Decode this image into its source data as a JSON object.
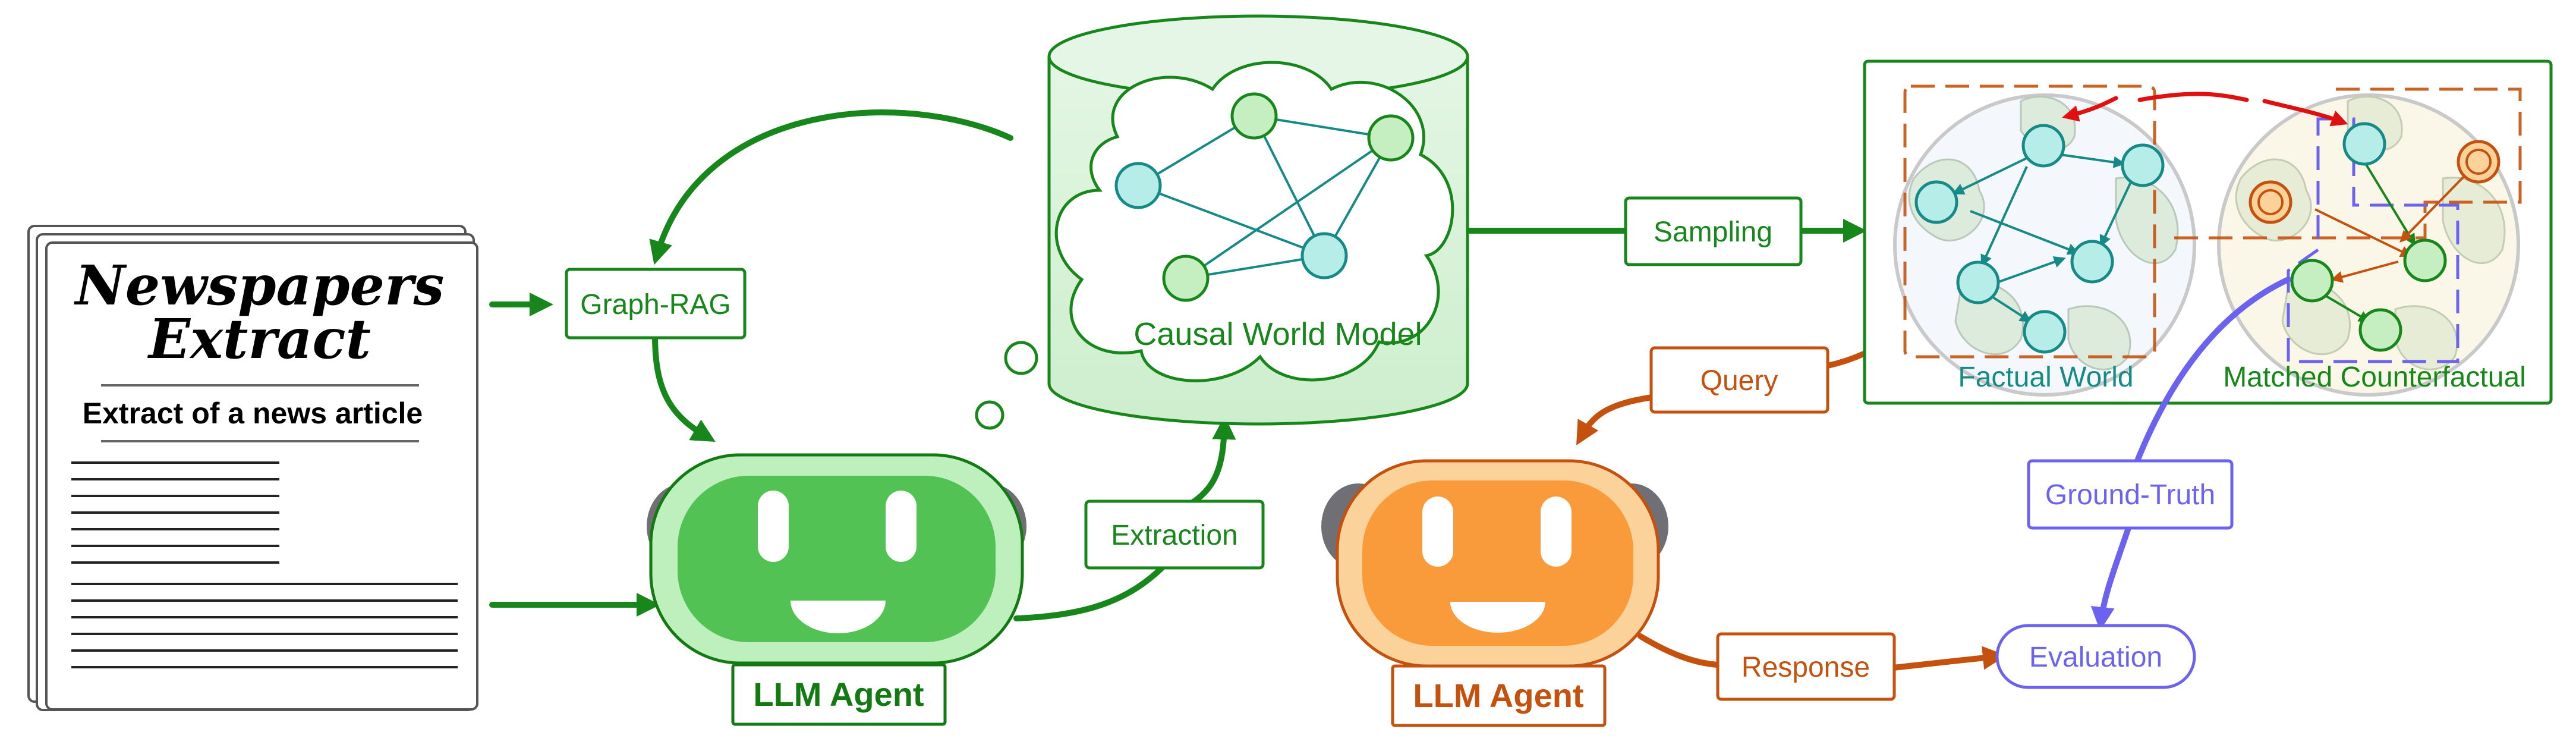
{
  "newspaper": {
    "masthead_line1": "Newspapers",
    "masthead_line2": "Extract",
    "subtitle": "Extract of a news article"
  },
  "labels": {
    "graph_rag": "Graph-RAG",
    "extraction": "Extraction",
    "sampling": "Sampling",
    "query": "Query",
    "response": "Response",
    "ground_truth": "Ground-Truth",
    "evaluation": "Evaluation",
    "causal_world_model": "Causal World Model",
    "factual_world": "Factual World",
    "matched_counterfactual": "Matched Counterfactual"
  },
  "agents": [
    {
      "label": "LLM Agent",
      "color": "#137a13"
    },
    {
      "label": "LLM Agent",
      "color": "#c4520e"
    }
  ],
  "colors": {
    "green": "#17871b",
    "orange": "#c4520e",
    "purple": "#6b63f0",
    "teal": "#168a86",
    "red": "#e01010"
  }
}
